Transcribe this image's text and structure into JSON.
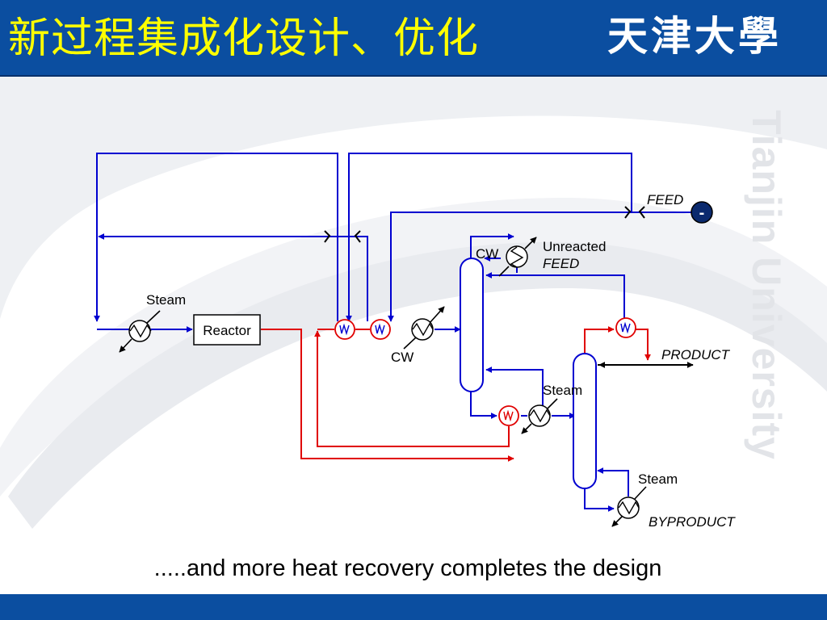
{
  "slide": {
    "title": "新过程集成化设计、优化",
    "logo_text": "天津大學",
    "watermark": "Tianjin University",
    "caption": ".....and more heat recovery completes the design"
  },
  "diagram": {
    "labels": {
      "steam_reactor": "Steam",
      "reactor": "Reactor",
      "cw_bottom": "CW",
      "cw_top": "CW",
      "unreacted": "Unreacted",
      "feed_unreacted": "FEED",
      "feed": "FEED",
      "feed_symbol": "-",
      "product": "PRODUCT",
      "steam_middle": "Steam",
      "steam_bottom": "Steam",
      "byproduct": "BYPRODUCT"
    },
    "stream_colors": {
      "cold": "#0000d0",
      "hot": "#e00000"
    }
  },
  "colors": {
    "header_bg": "#0b4ea0",
    "title": "#ffff00"
  }
}
